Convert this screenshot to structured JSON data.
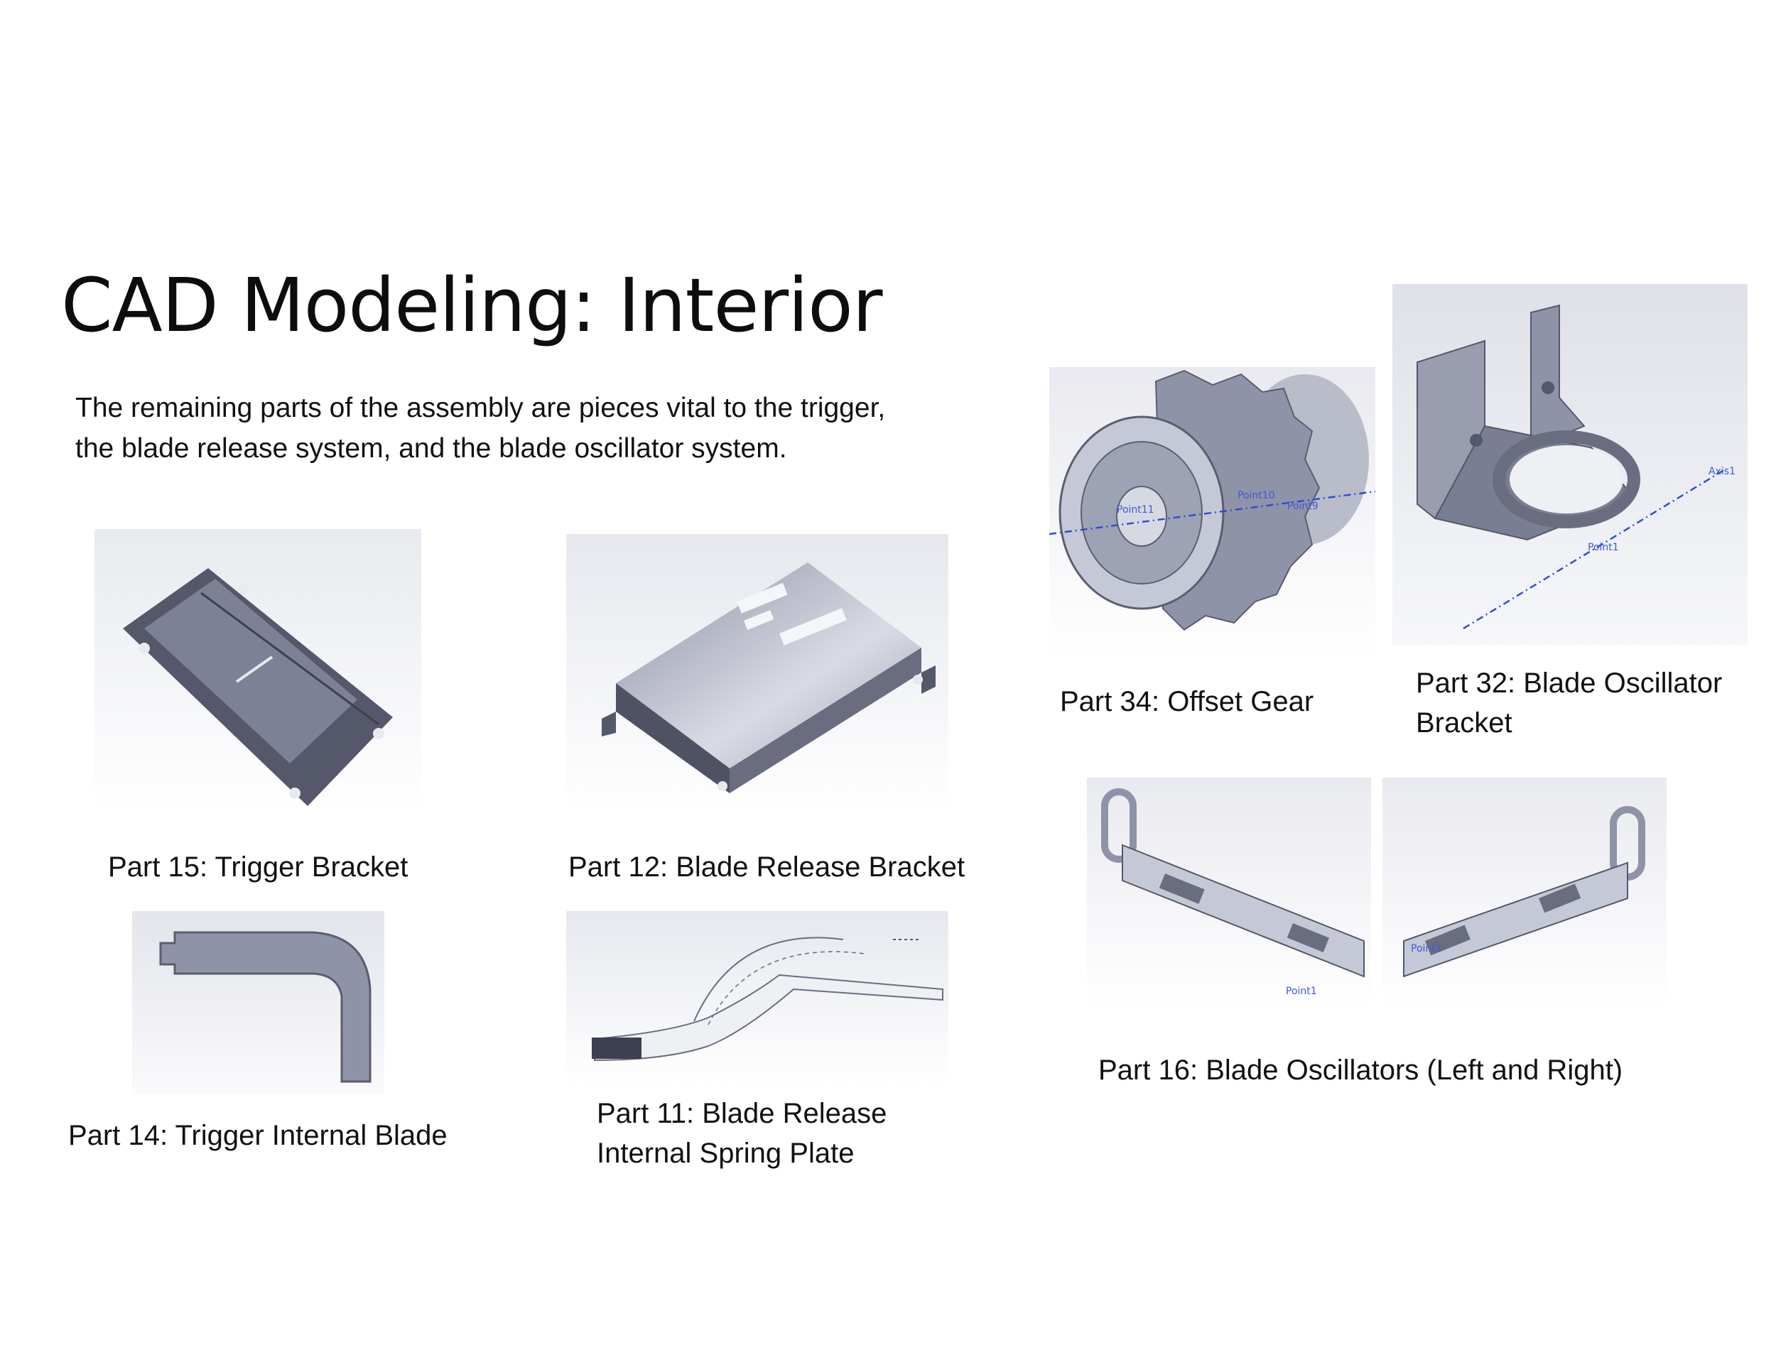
{
  "slide": {
    "title": "CAD Modeling: Interior",
    "intro": "The remaining parts of the assembly are pieces vital to the trigger, the blade release system, and the blade oscillator system."
  },
  "parts": {
    "trigger_bracket": {
      "caption": "Part 15: Trigger Bracket"
    },
    "blade_release_bracket": {
      "caption": "Part 12: Blade Release Bracket"
    },
    "trigger_internal_blade": {
      "caption": "Part 14: Trigger Internal Blade"
    },
    "blade_release_spring_plate": {
      "caption_line1": "Part 11: Blade Release",
      "caption_line2": "Internal Spring Plate"
    },
    "offset_gear": {
      "caption": "Part 34: Offset Gear",
      "annotations": {
        "point_a": "Point11",
        "point_b": "Point10",
        "point_c": "Point9"
      }
    },
    "blade_oscillator_bracket": {
      "caption_line1": "Part 32: Blade Oscillator",
      "caption_line2": "Bracket",
      "annotations": {
        "axis": "Axis1",
        "point": "Point1"
      }
    },
    "blade_oscillators": {
      "caption": "Part 16: Blade Oscillators (Left and Right)",
      "annotations": {
        "left_point": "Point1",
        "right_point": "Point1"
      }
    }
  },
  "colors": {
    "part_fill": "#8f93a8",
    "part_dark": "#55586b",
    "part_light": "#c5c8d6",
    "annotation": "#3a5bd9"
  }
}
